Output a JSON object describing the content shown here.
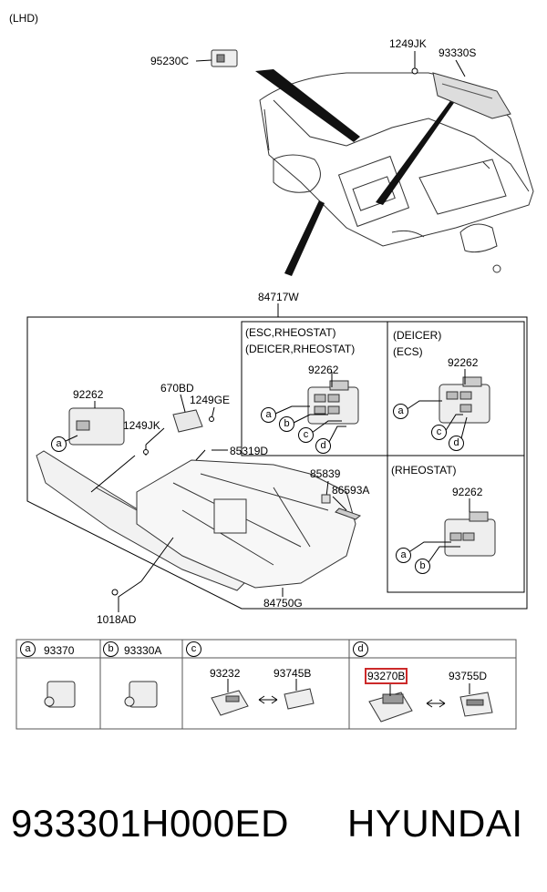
{
  "header": {
    "variant": "(LHD)"
  },
  "top_labels": {
    "p95230c": "95230C",
    "p1249jk_top": "1249JK",
    "p93330s": "93330S",
    "p84717w": "84717W"
  },
  "main_labels": {
    "p92262_left": "92262",
    "p670bd": "670BD",
    "p1249ge": "1249GE",
    "p1249jk": "1249JK",
    "p85319d": "85319D",
    "p85839": "85839",
    "p86593a": "86593A",
    "p84750g": "84750G",
    "p1018ad": "1018AD"
  },
  "variant_boxes": {
    "esc_rheostat": {
      "title_line1": "(ESC,RHEOSTAT)",
      "title_line2": "(DEICER,RHEOSTAT)",
      "part": "92262"
    },
    "deicer_ecs": {
      "title_line1": "(DEICER)",
      "title_line2": "(ECS)",
      "part": "92262"
    },
    "rheostat": {
      "title": "(RHEOSTAT)",
      "part": "92262"
    }
  },
  "callouts": {
    "a": "a",
    "b": "b",
    "c": "c",
    "d": "d"
  },
  "legend": [
    {
      "key": "a",
      "parts": [
        "93370"
      ]
    },
    {
      "key": "b",
      "parts": [
        "93330A"
      ]
    },
    {
      "key": "c",
      "parts": [
        "93232",
        "93745B"
      ]
    },
    {
      "key": "d",
      "parts": [
        "93270B",
        "93755D"
      ]
    }
  ],
  "footer": {
    "part_number": "933301H000ED",
    "brand": "HYUNDAI"
  },
  "colors": {
    "highlight": "#cc2a2a",
    "line": "#000000"
  }
}
